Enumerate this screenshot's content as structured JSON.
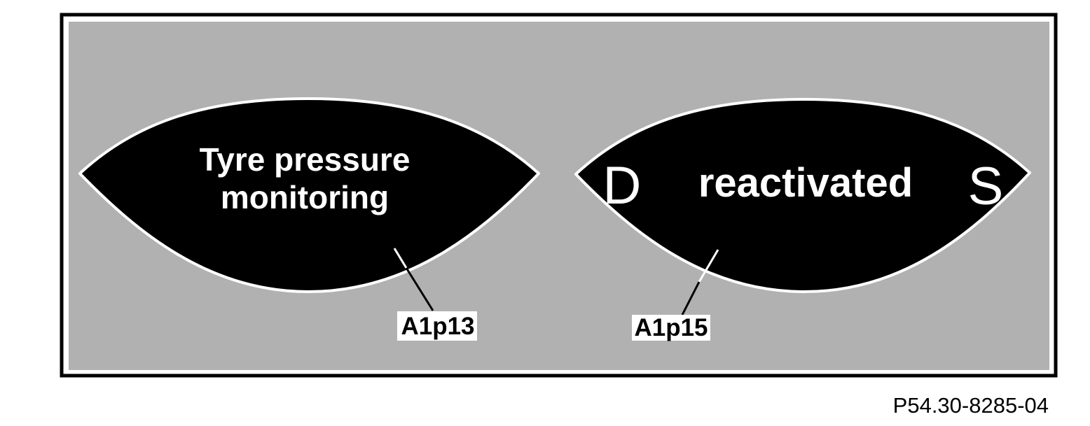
{
  "figure": {
    "colors": {
      "page_background": "#ffffff",
      "panel_background": "#b1b1b1",
      "frame_border": "#000000",
      "display_fill": "#000000",
      "display_outline": "#ffffff",
      "display_text": "#ffffff",
      "callout_box_fill": "#ffffff",
      "callout_text": "#000000"
    },
    "left_display": {
      "message_line1": "Tyre pressure",
      "message_line2": "monitoring",
      "callout_label": "A1p13"
    },
    "right_display": {
      "left_indicator": "D",
      "message": "reactivated",
      "right_indicator": "S",
      "callout_label": "A1p15"
    },
    "figure_number": "P54.30-8285-04"
  }
}
